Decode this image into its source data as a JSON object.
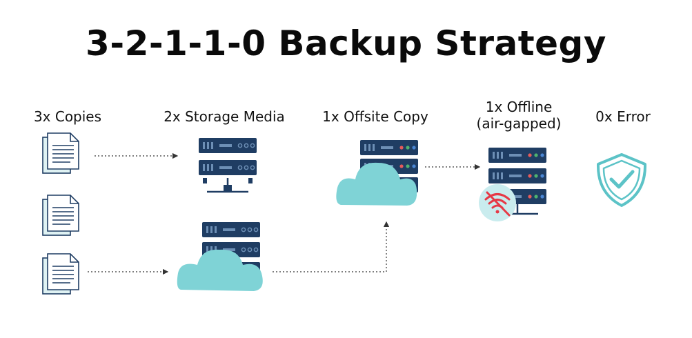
{
  "title": "3-2-1-1-0 Backup Strategy",
  "columns": [
    {
      "label": "3x Copies"
    },
    {
      "label": "2x Storage Media"
    },
    {
      "label": "1x Offsite Copy"
    },
    {
      "label_lines": [
        "1x Offline",
        "(air-gapped)"
      ]
    },
    {
      "label": "0x Error"
    }
  ],
  "colors": {
    "server_fill": "#1f3d63",
    "server_accent": "#6d8fb5",
    "cloud": "#7fd3d6",
    "shield": "#5cc3c7",
    "no_wifi_bg": "#c9ecee",
    "no_wifi_stroke": "#e63946",
    "doc_back": "#dff2f3",
    "doc_front": "#ffffff",
    "arrow": "#333333"
  },
  "icons": [
    "document-icon",
    "server-icon",
    "cloud-icon",
    "no-wifi-icon",
    "shield-check-icon"
  ]
}
